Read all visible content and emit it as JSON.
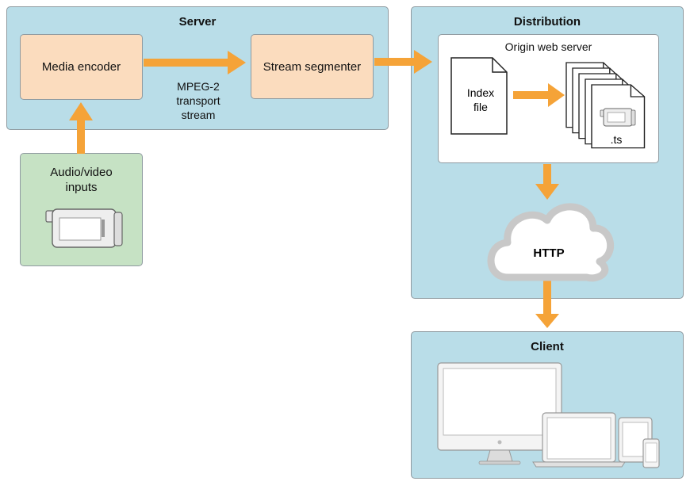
{
  "server": {
    "title": "Server"
  },
  "encoder": {
    "label": "Media encoder"
  },
  "segmenter": {
    "label": "Stream segmenter"
  },
  "transport": {
    "line1": "MPEG-2",
    "line2": "transport",
    "line3": "stream"
  },
  "inputs": {
    "line1": "Audio/video",
    "line2": "inputs"
  },
  "distribution": {
    "title": "Distribution"
  },
  "origin": {
    "title": "Origin web server"
  },
  "index_file": {
    "line1": "Index",
    "line2": "file"
  },
  "segments": {
    "label": ".ts"
  },
  "http": {
    "label": "HTTP"
  },
  "client": {
    "title": "Client"
  },
  "colors": {
    "panel_blue": "#b9dde8",
    "encoder_orange": "#fbdcbe",
    "inputs_green": "#c6e2c4",
    "arrow": "#f5a338"
  },
  "icons": [
    "camcorder-icon",
    "document-icon",
    "cloud-icon",
    "imac-icon",
    "laptop-icon",
    "tablet-icon",
    "phone-icon"
  ]
}
